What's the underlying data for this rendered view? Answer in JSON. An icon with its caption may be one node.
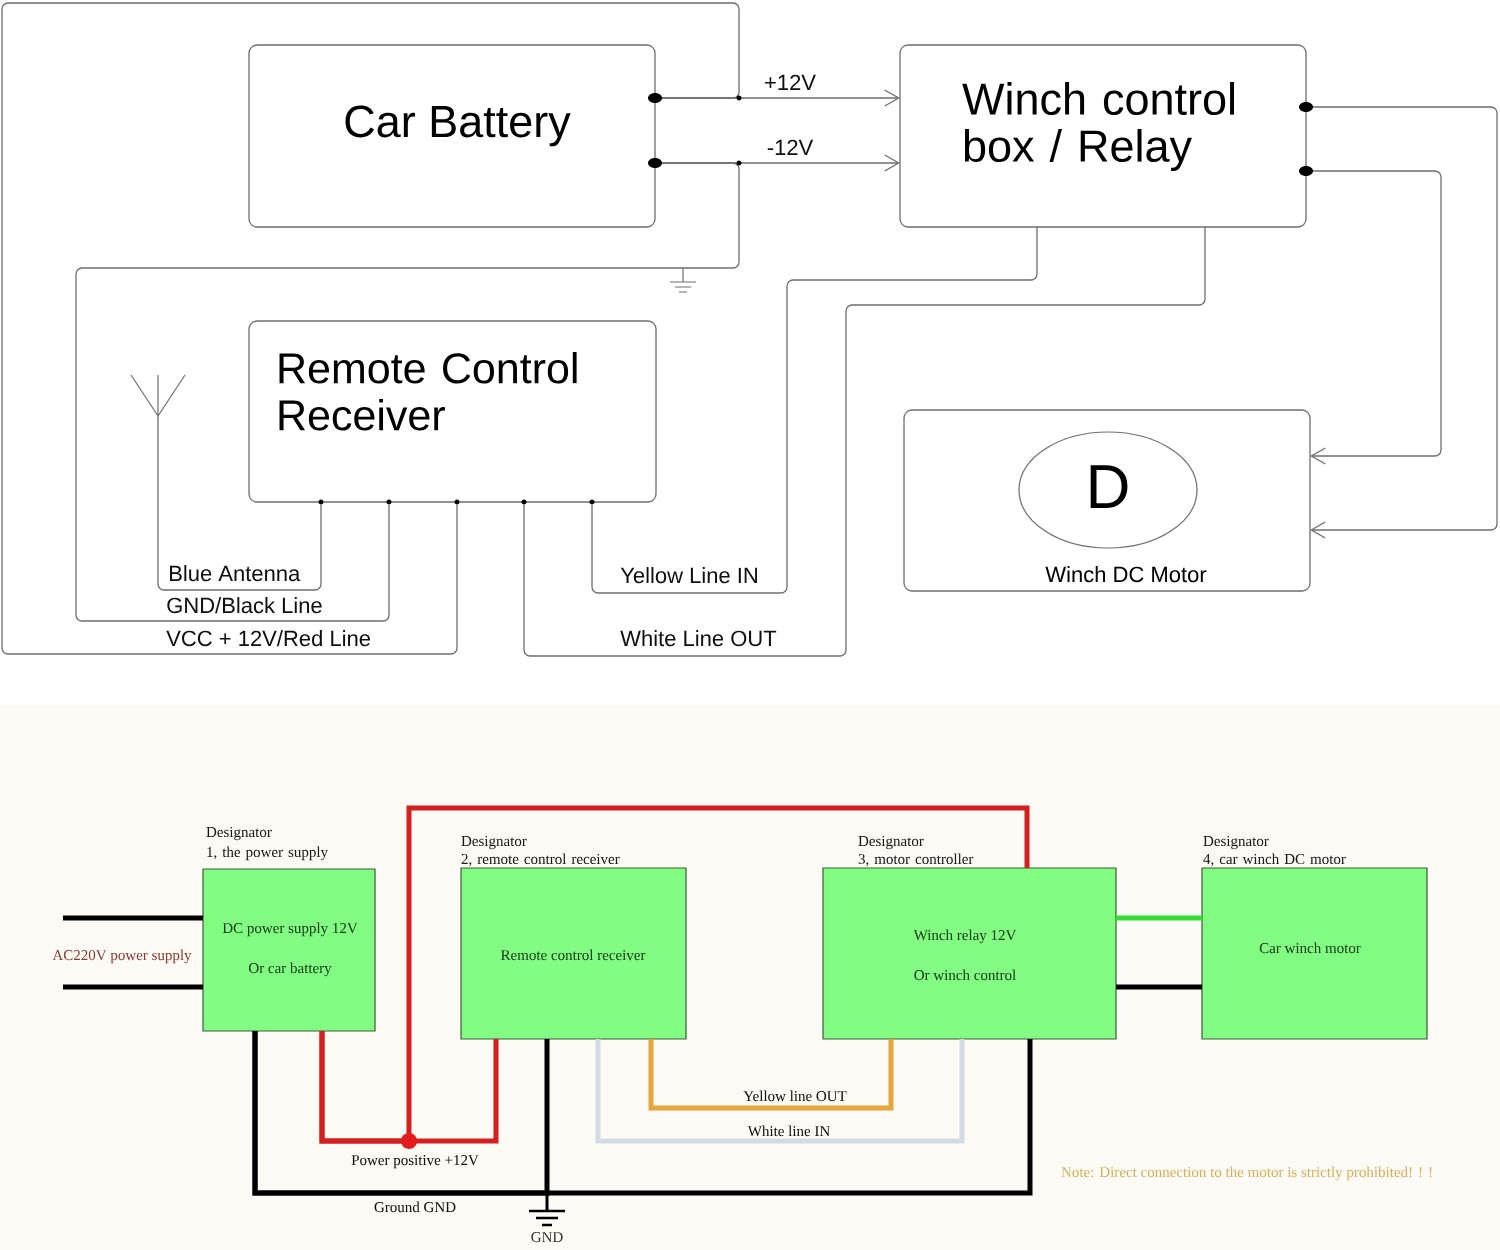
{
  "diagram": {
    "nodes": [
      {
        "text": [
          "Car Battery"
        ]
      },
      {
        "text": [
          "Winch control box / Relay"
        ]
      },
      {
        "text": [],
        "shape": "picture"
      },
      {
        "text": [
          "Remote Control Receiver"
        ]
      },
      {
        "text": [
          "Winch DC Motor"
        ]
      },
      {
        "text": [
          "D"
        ],
        "in": 4
      },
      {
        "text": [
          "Designator 1, the power supply",
          "DC power supply 12V",
          "Or car battery"
        ]
      },
      {
        "text": [
          "Designator 2, remote control receiver",
          "Remote control receiver"
        ]
      },
      {
        "text": [
          "Designator 3, motor controller",
          "Winch relay 12V",
          "Or winch control"
        ]
      },
      {
        "text": [
          "Designator 4, car winch DC motor",
          "Car winch motor"
        ]
      }
    ],
    "edges": [
      {
        "from": 0,
        "to": 1,
        "arrow": "to",
        "label": "+12V"
      },
      {
        "from": 0,
        "to": 1,
        "arrow": "to",
        "label": "-12V"
      },
      {
        "from": 0,
        "to": 3,
        "arrow": "none",
        "label": "VCC + 12V/Red Line"
      },
      {
        "from": 0,
        "to": 3,
        "arrow": "none",
        "label": "GND/Black Line"
      },
      {
        "from": 2,
        "to": 3,
        "arrow": "none",
        "label": "Blue Antenna"
      },
      {
        "from": 3,
        "to": 1,
        "arrow": "none",
        "label": "Yellow Line IN"
      },
      {
        "from": 3,
        "to": 1,
        "arrow": "none",
        "label": "White Line OUT"
      },
      {
        "from": 1,
        "to": 4,
        "arrow": "to"
      },
      {
        "from": 1,
        "to": 4,
        "arrow": "to"
      },
      {
        "from": null,
        "to": 6,
        "arrow": "none",
        "color": "#000000"
      },
      {
        "from": null,
        "to": 6,
        "arrow": "none",
        "color": "#000000"
      },
      {
        "from": 6,
        "to": 7,
        "arrow": "none",
        "label": "Power positive +12V",
        "color": "#d21f1f"
      },
      {
        "from": 6,
        "to": 8,
        "arrow": "none",
        "color": "#d21f1f"
      },
      {
        "from": 6,
        "to": 8,
        "arrow": "none",
        "label": "Ground GND",
        "color": "#000000"
      },
      {
        "from": 6,
        "to": 7,
        "arrow": "none",
        "color": "#000000"
      },
      {
        "from": 7,
        "to": 8,
        "arrow": "none",
        "label": "Yellow line OUT",
        "color": "#e6a43a"
      },
      {
        "from": 7,
        "to": 8,
        "arrow": "none",
        "label": "White line IN",
        "color": "#d3dae3"
      },
      {
        "from": 8,
        "to": 9,
        "arrow": "none",
        "color": "#33dd33"
      },
      {
        "from": 8,
        "to": 9,
        "arrow": "none",
        "color": "#000000"
      }
    ],
    "labels": [
      "AC220V power supply",
      "GND",
      "Note: Direct connection to the motor is strictly prohibited! ! !"
    ]
  }
}
